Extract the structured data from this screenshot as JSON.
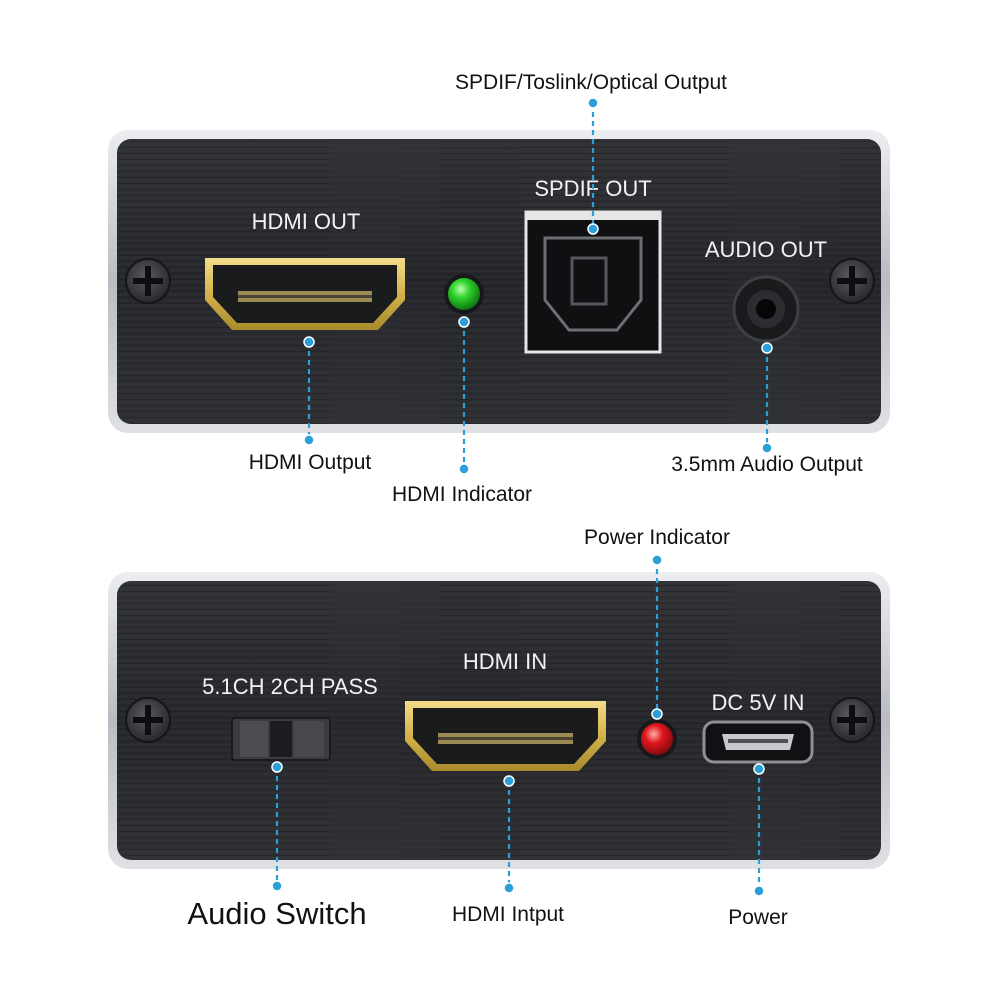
{
  "top_panel": {
    "labels": {
      "hdmi_out": "HDMI OUT",
      "spdif_out": "SPDIF OUT",
      "audio_out": "AUDIO OUT"
    },
    "led_color": "#1ec21e"
  },
  "bottom_panel": {
    "labels": {
      "switch": "5.1CH 2CH PASS",
      "hdmi_in": "HDMI IN",
      "dc_in": "DC 5V IN"
    },
    "led_color": "#e0161e"
  },
  "callouts": {
    "spdif_output": "SPDIF/Toslink/Optical Output",
    "hdmi_output": "HDMI Output",
    "hdmi_indicator": "HDMI Indicator",
    "audio_output": "3.5mm Audio Output",
    "power_indicator": "Power Indicator",
    "audio_switch": "Audio Switch",
    "hdmi_input": "HDMI Intput",
    "power": "Power"
  },
  "colors": {
    "callout_line": "#2a9fd8",
    "panel": "#2a2c30",
    "frame": "#c9ccd1",
    "port_gold": "#d4b24a"
  }
}
